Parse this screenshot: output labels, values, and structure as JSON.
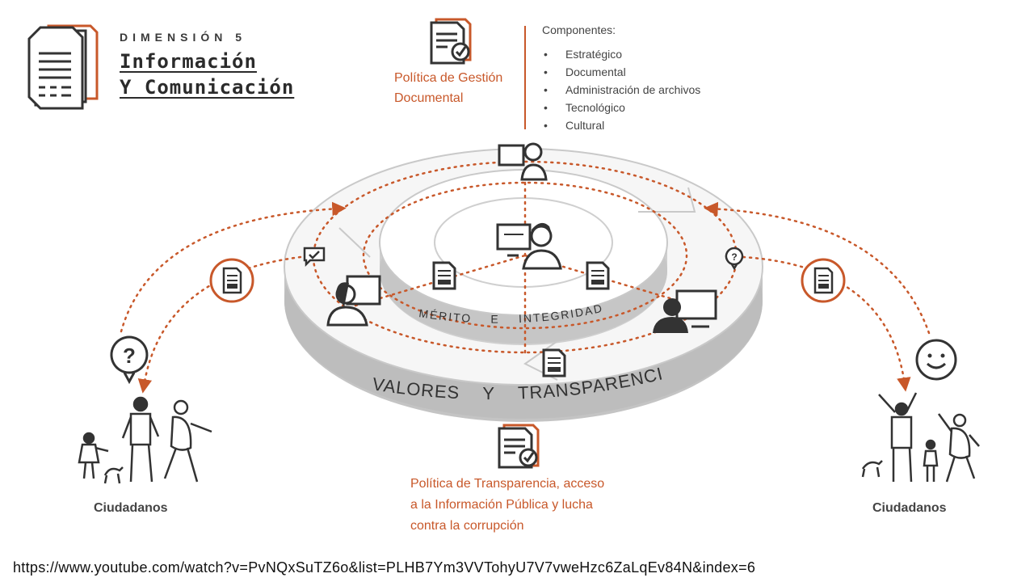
{
  "title": {
    "dimension": "DIMENSIÓN 5",
    "line1": "Información",
    "line2": "Y Comunicación"
  },
  "policy_doc": {
    "line1": "Política de Gestión",
    "line2": "Documental"
  },
  "components": {
    "heading": "Componentes:",
    "items": [
      "Estratégico",
      "Documental",
      "Administración de archivos",
      "Tecnológico",
      "Cultural"
    ]
  },
  "rings": {
    "inner_label": "MÉRITO E INTEGRIDAD",
    "outer_label": "VALORES Y TRANSPARENCIA"
  },
  "policy_trans": {
    "line1": "Política de Transparencia, acceso",
    "line2": "a la Información Pública y lucha",
    "line3": "contra la corrupción"
  },
  "citizens": {
    "left": "Ciudadanos",
    "right": "Ciudadanos"
  },
  "footer_url": "https://www.youtube.com/watch?v=PvNQxSuTZ6o&list=PLHB7Ym3VVTohyU7V7vweHzc6ZaLqEv84N&index=6",
  "colors": {
    "accent": "#c8582a",
    "ink": "#333333",
    "ring": "#d9d9d9"
  }
}
